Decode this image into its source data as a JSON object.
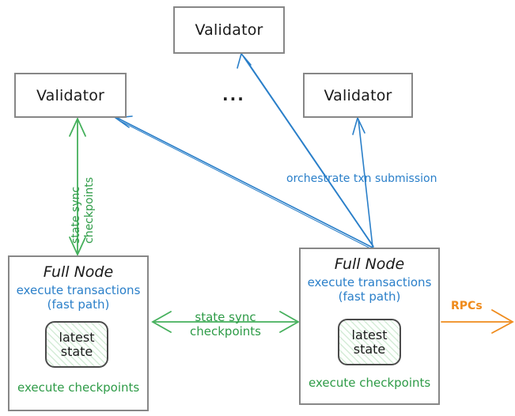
{
  "diagram": {
    "title_text_color": "#1a1a1a",
    "colors": {
      "blue": "#2a7fc9",
      "green": "#2e9b47",
      "orange": "#ef8b1c",
      "box_border": "#878787",
      "inner_border": "#4b4b4b"
    },
    "validators": [
      {
        "id": "validator-top",
        "label": "Validator"
      },
      {
        "id": "validator-left",
        "label": "Validator"
      },
      {
        "id": "validator-right",
        "label": "Validator"
      }
    ],
    "ellipsis": "...",
    "full_nodes": [
      {
        "id": "full-node-left",
        "title": "Full Node",
        "blue_line_1": "execute transactions",
        "blue_line_2": "(fast path)",
        "inner_line_1": "latest",
        "inner_line_2": "state",
        "green_footer": "execute checkpoints"
      },
      {
        "id": "full-node-right",
        "title": "Full Node",
        "blue_line_1": "execute transactions",
        "blue_line_2": "(fast path)",
        "inner_line_1": "latest",
        "inner_line_2": "state",
        "green_footer": "execute checkpoints"
      }
    ],
    "edge_labels": {
      "orchestrate": "orchestrate txn submission",
      "vertical_state_sync": "state sync",
      "vertical_checkpoints": "checkpoints",
      "middle_state_sync": "state sync",
      "middle_checkpoints": "checkpoints",
      "rpcs": "RPCs"
    }
  }
}
